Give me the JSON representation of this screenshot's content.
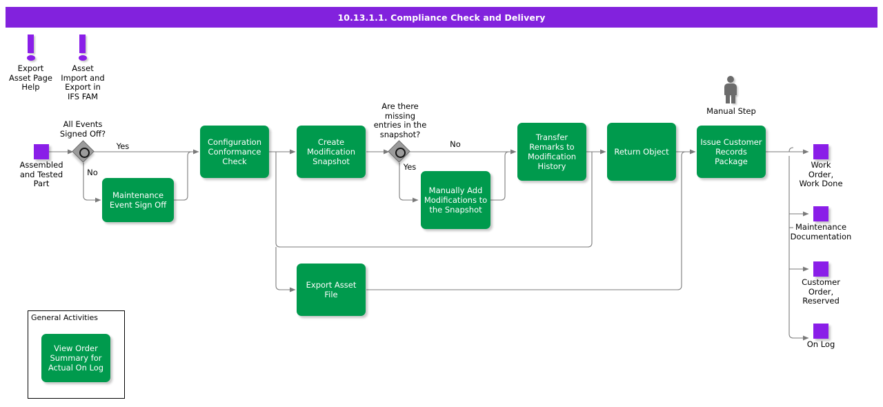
{
  "header": {
    "title": "10.13.1.1. Compliance Check and Delivery",
    "bg_color": "#8222dd",
    "text_color": "#ffffff"
  },
  "colors": {
    "process_green": "#009a4d",
    "terminal_purple": "#8a1ee8",
    "decision_gray": "#9b9b9b",
    "manual_gray": "#6b6b6b",
    "connector_gray": "#7a7a7a",
    "canvas": "#ffffff"
  },
  "help_markers": [
    {
      "name": "export-asset-page-help",
      "label": "Export\nAsset Page\nHelp",
      "icon": "exclamation-icon"
    },
    {
      "name": "asset-import-and-export-in-ifs-fam",
      "label": "Asset\nImport and\nExport in\nIFS FAM",
      "icon": "exclamation-icon"
    }
  ],
  "manual_step": {
    "label": "Manual Step",
    "icon": "person-icon"
  },
  "terminals": {
    "start": {
      "label": "Assembled\nand Tested\nPart"
    },
    "outputs": [
      {
        "label": "Work\nOrder,\nWork Done"
      },
      {
        "label": "Maintenance\nDocumentation"
      },
      {
        "label": "Customer\nOrder,\nReserved"
      },
      {
        "label": "On Log"
      }
    ]
  },
  "decisions": [
    {
      "id": "all-events-signed-off",
      "question": "All Events\nSigned Off?",
      "yes_label": "Yes",
      "no_label": "No"
    },
    {
      "id": "missing-entries-in-snapshot",
      "question": "Are there\nmissing\nentries in the\nsnapshot?",
      "yes_label": "Yes",
      "no_label": "No"
    }
  ],
  "activities": [
    {
      "id": "maintenance-event-sign-off",
      "label": "Maintenance\nEvent Sign Off"
    },
    {
      "id": "configuration-conformance-check",
      "label": "Configuration\nConformance\nCheck"
    },
    {
      "id": "create-modification-snapshot",
      "label": "Create\nModification\nSnapshot"
    },
    {
      "id": "manually-add-modifications-to-the-snapshot",
      "label": "Manually Add\nModifications to\nthe Snapshot"
    },
    {
      "id": "transfer-remarks-to-modification-history",
      "label": "Transfer\nRemarks to\nModification\nHistory"
    },
    {
      "id": "return-object",
      "label": "Return Object"
    },
    {
      "id": "issue-customer-records-package",
      "label": "Issue Customer\nRecords\nPackage"
    },
    {
      "id": "export-asset-file",
      "label": "Export Asset File"
    }
  ],
  "general_activities": {
    "title": "General Activities",
    "items": [
      {
        "id": "view-order-summary-for-actual-on-log",
        "label": "View Order\nSummary for\nActual On Log"
      }
    ]
  }
}
